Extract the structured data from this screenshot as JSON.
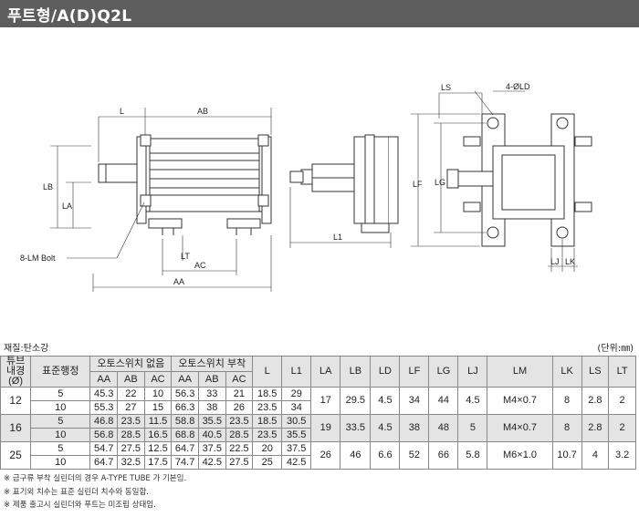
{
  "title": "푸트형/A(D)Q2L",
  "dims": {
    "L": "L",
    "AB": "AB",
    "LB": "LB",
    "LA": "LA",
    "LT": "LT",
    "AC": "AC",
    "AA": "AA",
    "L1": "L1",
    "LS": "LS",
    "LD": "4-ØLD",
    "LG": "LG",
    "LF": "LF",
    "LJ": "LJ",
    "LK": "LK",
    "bolt": "8-LM Bolt"
  },
  "material": "재질:탄소강",
  "unit": "(단위:㎜)",
  "table": {
    "head": {
      "tube": "튜브\n내경\n(Ø)",
      "stroke": "표준행정",
      "no_switch": "오토스위치 없음",
      "with_switch": "오토스위치 부착",
      "sub": [
        "AA",
        "AB",
        "AC",
        "AA",
        "AB",
        "AC"
      ],
      "cols": [
        "L",
        "L1",
        "LA",
        "LB",
        "LD",
        "LF",
        "LG",
        "LJ",
        "LM",
        "LK",
        "LS",
        "LT"
      ]
    },
    "groups": [
      {
        "tube": "12",
        "rows": [
          {
            "stroke": "5",
            "vals": [
              "45.3",
              "22",
              "10",
              "56.3",
              "33",
              "21",
              "18.5",
              "29"
            ]
          },
          {
            "stroke": "10",
            "vals": [
              "55.3",
              "27",
              "15",
              "66.3",
              "38",
              "26",
              "23.5",
              "34"
            ]
          }
        ],
        "shared": [
          "17",
          "29.5",
          "4.5",
          "34",
          "44",
          "4.5",
          "M4×0.7",
          "8",
          "2.8",
          "2"
        ]
      },
      {
        "tube": "16",
        "rows": [
          {
            "stroke": "5",
            "vals": [
              "46.8",
              "23.5",
              "11.5",
              "58.8",
              "35.5",
              "23.5",
              "18.5",
              "30.5"
            ]
          },
          {
            "stroke": "10",
            "vals": [
              "56.8",
              "28.5",
              "16.5",
              "68.8",
              "40.5",
              "28.5",
              "23.5",
              "35.5"
            ]
          }
        ],
        "shared": [
          "19",
          "33.5",
          "4.5",
          "38",
          "48",
          "5",
          "M4×0.7",
          "8",
          "2.8",
          "2"
        ]
      },
      {
        "tube": "25",
        "rows": [
          {
            "stroke": "5",
            "vals": [
              "54.7",
              "27.5",
              "12.5",
              "64.7",
              "37.5",
              "22.5",
              "20",
              "37.5"
            ]
          },
          {
            "stroke": "10",
            "vals": [
              "64.7",
              "32.5",
              "17.5",
              "74.7",
              "42.5",
              "27.5",
              "25",
              "42.5"
            ]
          }
        ],
        "shared": [
          "26",
          "46",
          "6.6",
          "52",
          "66",
          "5.8",
          "M6×1.0",
          "10.7",
          "4",
          "3.2"
        ]
      }
    ]
  },
  "notes": [
    "※ 금구류 부착 실린더의 경우 A-TYPE TUBE 가 기본임.",
    "※ 표기외 치수는 표준 실린더 치수와 동일함.",
    "※ 제품 출고시 실린더와 푸트는 미조립 상태임."
  ]
}
